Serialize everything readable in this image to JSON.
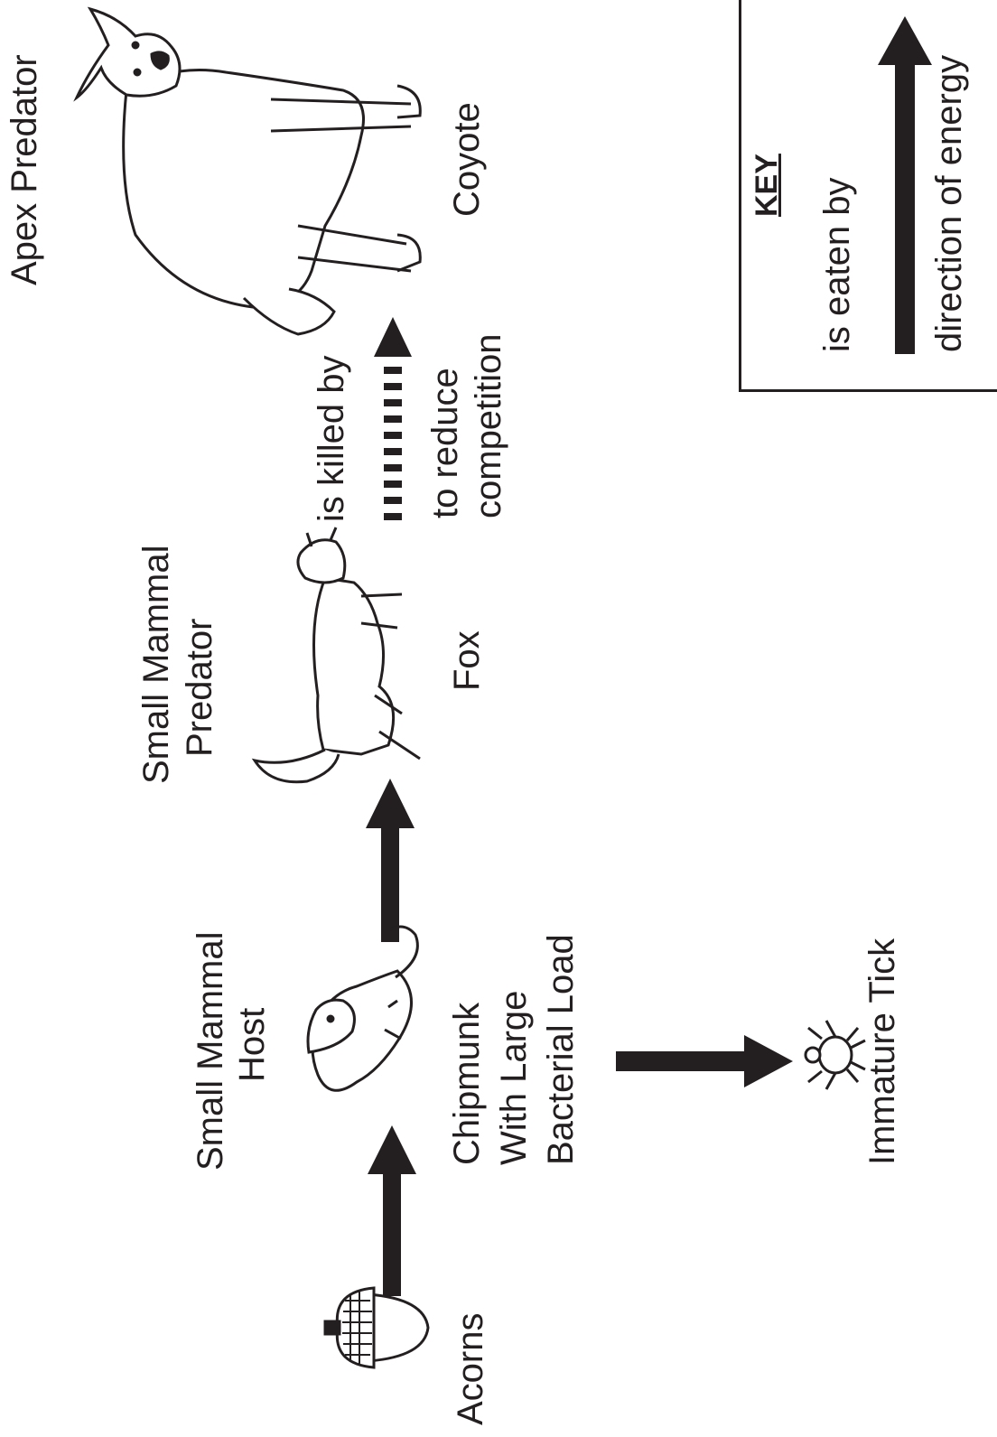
{
  "labels": {
    "acorns": "Acorns",
    "chipmunk_role_1": "Small Mammal",
    "chipmunk_role_2": "Host",
    "chipmunk_1": "Chipmunk",
    "chipmunk_2": "With Large",
    "chipmunk_3": "Bacterial Load",
    "fox_role_1": "Small Mammal",
    "fox_role_2": "Predator",
    "fox": "Fox",
    "killed_by": "is killed by",
    "reduce_1": "to reduce",
    "reduce_2": "competition",
    "coyote_role": "Apex Predator",
    "coyote": "Coyote",
    "tick": "Immature Tick"
  },
  "key": {
    "title": "KEY",
    "line1": "is eaten by",
    "line2": "direction of energy"
  },
  "colors": {
    "ink": "#231f20",
    "background": "#ffffff"
  },
  "icons": [
    "acorn-icon",
    "chipmunk-icon",
    "fox-icon",
    "coyote-icon",
    "tick-icon"
  ]
}
